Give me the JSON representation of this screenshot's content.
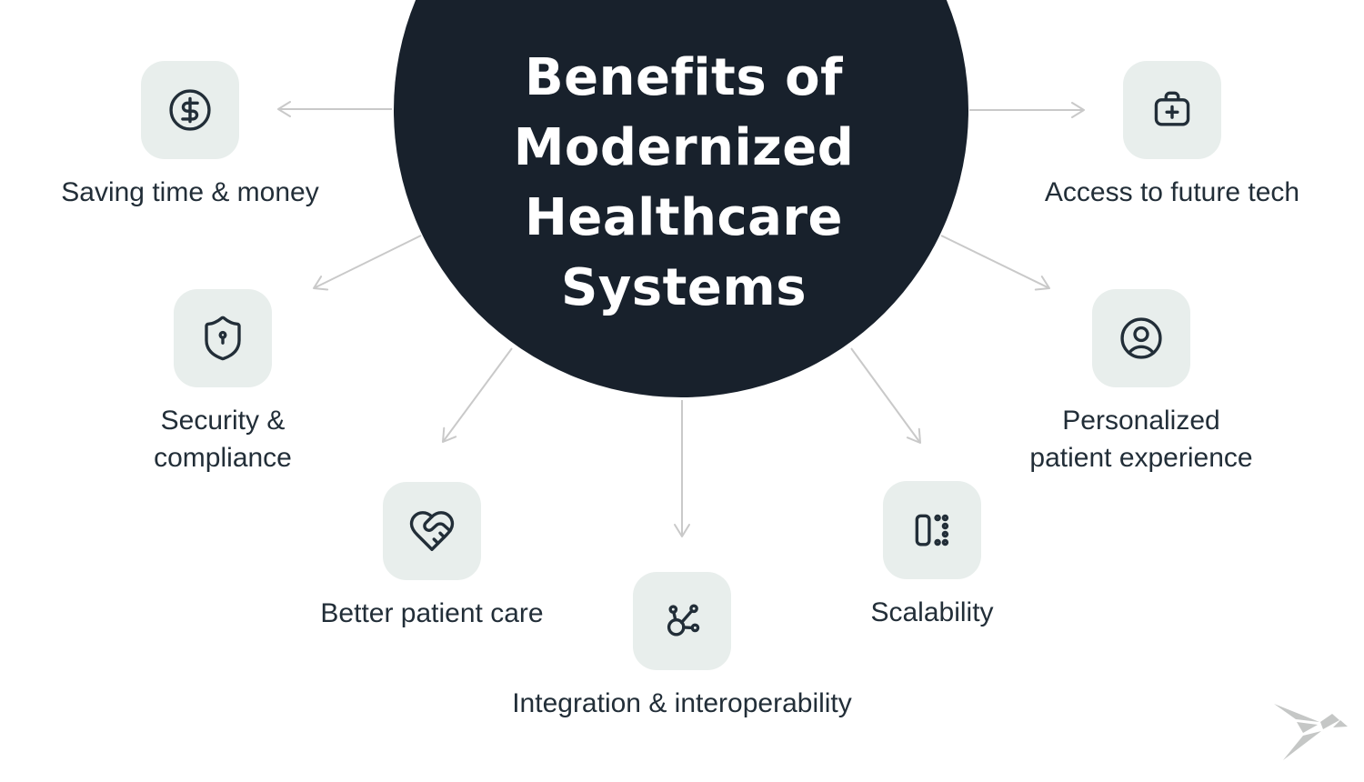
{
  "center": {
    "title_lines": [
      "Benefits of",
      "Modernized",
      "Healthcare",
      "Systems"
    ]
  },
  "benefits": [
    {
      "id": "saving",
      "label": "Saving time & money",
      "icon": "dollar-coin-icon"
    },
    {
      "id": "future_tech",
      "label": "Access to future tech",
      "icon": "medical-bag-plus-icon"
    },
    {
      "id": "security",
      "label": "Security &\ncompliance",
      "icon": "shield-keyhole-icon"
    },
    {
      "id": "personalized",
      "label": "Personalized\npatient experience",
      "icon": "user-circle-icon"
    },
    {
      "id": "better_care",
      "label": "Better patient care",
      "icon": "heart-handshake-icon"
    },
    {
      "id": "integration",
      "label": "Integration & interoperability",
      "icon": "network-nodes-icon"
    },
    {
      "id": "scalability",
      "label": "Scalability",
      "icon": "panel-scale-dots-icon"
    }
  ],
  "watermark": {
    "icon": "origami-bird-logo"
  },
  "colors": {
    "circle_fill": "#18212c",
    "title_text": "#ffffff",
    "tile_fill": "#e8eeec",
    "label_text": "#222e38",
    "arrow": "#c9c9c9",
    "watermark": "#c5c7c6"
  }
}
